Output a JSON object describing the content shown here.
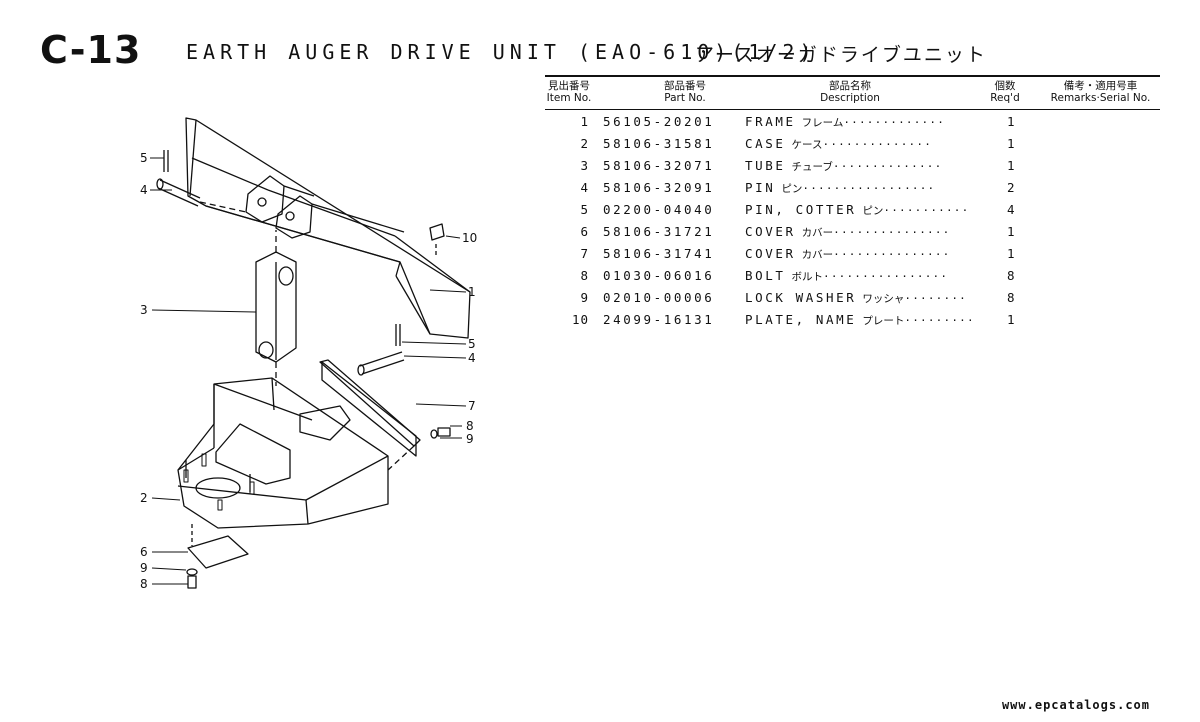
{
  "page_code": "C-13",
  "title": "EARTH AUGER DRIVE UNIT (EAO-610)(1/2)",
  "title_jp": "アースオーガドライブユニット",
  "table": {
    "headers": {
      "item": {
        "jp": "見出番号",
        "en": "Item No."
      },
      "part": {
        "jp": "部品番号",
        "en": "Part No."
      },
      "desc": {
        "jp": "部品名称",
        "en": "Description"
      },
      "qty": {
        "jp": "個数",
        "en": "Req'd"
      },
      "remarks": {
        "jp": "備考・適用号車",
        "en": "Remarks·Serial No."
      }
    },
    "rows": [
      {
        "no": "1",
        "part_no": "56105-20201",
        "desc": "FRAME",
        "desc_jp": "フレーム",
        "dots": "·············",
        "qty": "1"
      },
      {
        "no": "2",
        "part_no": "58106-31581",
        "desc": "CASE",
        "desc_jp": "ケース",
        "dots": "··············",
        "qty": "1"
      },
      {
        "no": "3",
        "part_no": "58106-32071",
        "desc": "TUBE",
        "desc_jp": "チューブ",
        "dots": "··············",
        "qty": "1"
      },
      {
        "no": "4",
        "part_no": "58106-32091",
        "desc": "PIN",
        "desc_jp": "ピン",
        "dots": "·················",
        "qty": "2"
      },
      {
        "no": "5",
        "part_no": "02200-04040",
        "desc": "PIN, COTTER",
        "desc_jp": "ピン",
        "dots": "···········",
        "qty": "4"
      },
      {
        "no": "6",
        "part_no": "58106-31721",
        "desc": "COVER",
        "desc_jp": "カバー",
        "dots": "···············",
        "qty": "1"
      },
      {
        "no": "7",
        "part_no": "58106-31741",
        "desc": "COVER",
        "desc_jp": "カバー",
        "dots": "···············",
        "qty": "1"
      },
      {
        "no": "8",
        "part_no": "01030-06016",
        "desc": "BOLT",
        "desc_jp": "ボルト",
        "dots": "················",
        "qty": "8"
      },
      {
        "no": "9",
        "part_no": "02010-00006",
        "desc": "LOCK WASHER",
        "desc_jp": "ワッシャ",
        "dots": "········",
        "qty": "8"
      },
      {
        "no": "10",
        "part_no": "24099-16131",
        "desc": "PLATE, NAME",
        "desc_jp": "プレート",
        "dots": "·········",
        "qty": "1"
      }
    ]
  },
  "diagram": {
    "callouts": [
      {
        "label": "5"
      },
      {
        "label": "4"
      },
      {
        "label": "10"
      },
      {
        "label": "1"
      },
      {
        "label": "3"
      },
      {
        "label": "5"
      },
      {
        "label": "4"
      },
      {
        "label": "7"
      },
      {
        "label": "8"
      },
      {
        "label": "9"
      },
      {
        "label": "2"
      },
      {
        "label": "6"
      },
      {
        "label": "9"
      },
      {
        "label": "8"
      }
    ]
  },
  "watermark": "www.epcatalogs.com"
}
